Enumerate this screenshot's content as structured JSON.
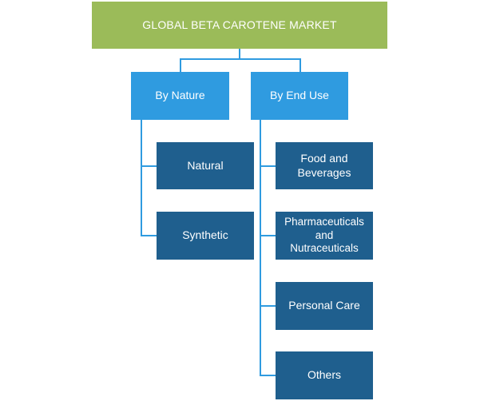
{
  "title": "GLOBAL BETA CAROTENE MARKET",
  "categories": [
    {
      "label": "By Nature",
      "children": [
        "Natural",
        "Synthetic"
      ]
    },
    {
      "label": "By End Use",
      "children": [
        "Food and\nBeverages",
        "Pharmaceuticals\nand\nNutraceuticals",
        "Personal Care",
        "Others"
      ]
    }
  ],
  "colors": {
    "root": "#9bbb59",
    "category": "#2f9be0",
    "leaf": "#1f5f8e",
    "connector": "#2f9be0"
  }
}
